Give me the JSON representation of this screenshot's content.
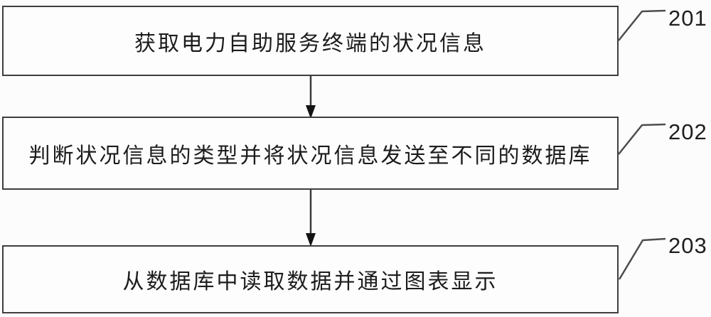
{
  "diagram": {
    "type": "flowchart",
    "steps": [
      {
        "ref": "201",
        "text": "获取电力自助服务终端的状况信息"
      },
      {
        "ref": "202",
        "text": "判断状况信息的类型并将状况信息发送至不同的数据库"
      },
      {
        "ref": "203",
        "text": "从数据库中读取数据并通过图表显示"
      }
    ],
    "connections": [
      {
        "from": "201",
        "to": "202",
        "style": "arrow-down"
      },
      {
        "from": "202",
        "to": "203",
        "style": "arrow-down"
      }
    ],
    "colors": {
      "background": "#fcfcfc",
      "box_border": "#3e3e3e",
      "text": "#1c1c1c",
      "connector": "#3a3a3a",
      "leader_line": "#4d4d4d"
    }
  }
}
